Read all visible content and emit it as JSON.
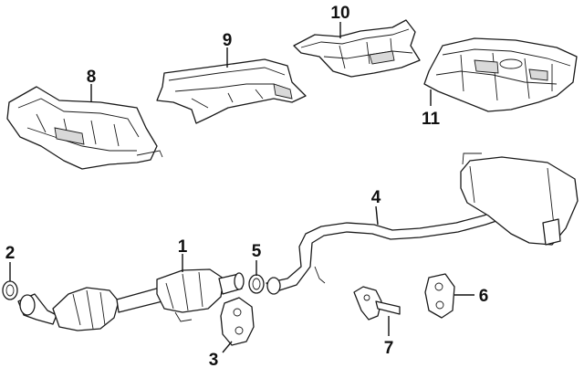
{
  "diagram": {
    "colors": {
      "line": "#1a1a1a",
      "background": "#ffffff",
      "shade": "#d9d9d9"
    },
    "callouts": [
      {
        "id": "1",
        "label": "1"
      },
      {
        "id": "2",
        "label": "2"
      },
      {
        "id": "3",
        "label": "3"
      },
      {
        "id": "4",
        "label": "4"
      },
      {
        "id": "5",
        "label": "5"
      },
      {
        "id": "6",
        "label": "6"
      },
      {
        "id": "7",
        "label": "7"
      },
      {
        "id": "8",
        "label": "8"
      },
      {
        "id": "9",
        "label": "9"
      },
      {
        "id": "10",
        "label": "10"
      },
      {
        "id": "11",
        "label": "11"
      }
    ]
  }
}
